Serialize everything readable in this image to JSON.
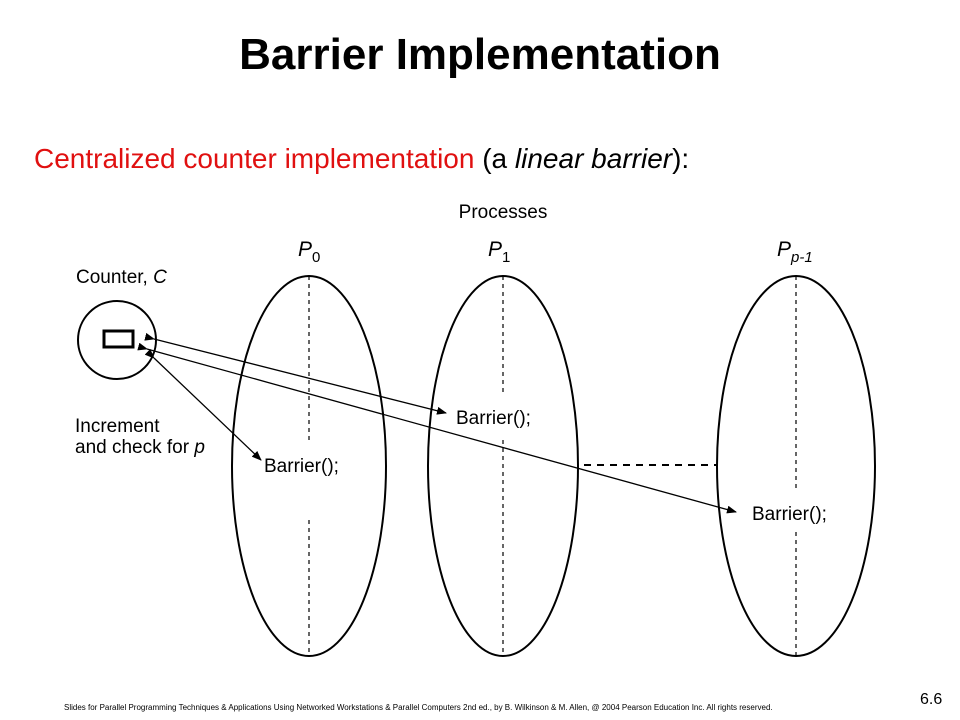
{
  "title": "Barrier Implementation",
  "subtitle": {
    "part1": "Centralized counter implementation",
    "part2": " (a ",
    "part3": "linear barrier",
    "part4": "):",
    "accent_color": "#e01010"
  },
  "diagram": {
    "processes_label": "Processes",
    "counter_label": "Counter, ",
    "counter_var": "C",
    "increment_line1": "Increment",
    "increment_line2": "and check for ",
    "increment_var": "p",
    "process0": {
      "base": "P",
      "sub": "0"
    },
    "process1": {
      "base": "P",
      "sub": "1"
    },
    "processN": {
      "base": "P",
      "sub": "p-1"
    },
    "barrier_call": "Barrier();"
  },
  "footer": "Slides for Parallel Programming Techniques & Applications Using Networked Workstations & Parallel Computers 2nd ed., by B. Wilkinson & M. Allen, @ 2004 Pearson Education Inc. All rights reserved.",
  "slide_number": "6.6"
}
